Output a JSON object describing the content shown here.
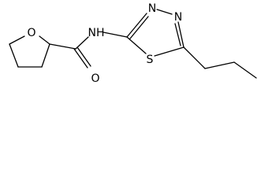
{
  "molecule": {
    "atoms": {
      "o_ring": "O",
      "nh": "NH",
      "o_carbonyl": "O",
      "n3": "N",
      "n4": "N",
      "s1": "S"
    },
    "colors": {
      "bond": "#000000",
      "label": "#000000",
      "background": "#ffffff"
    }
  }
}
